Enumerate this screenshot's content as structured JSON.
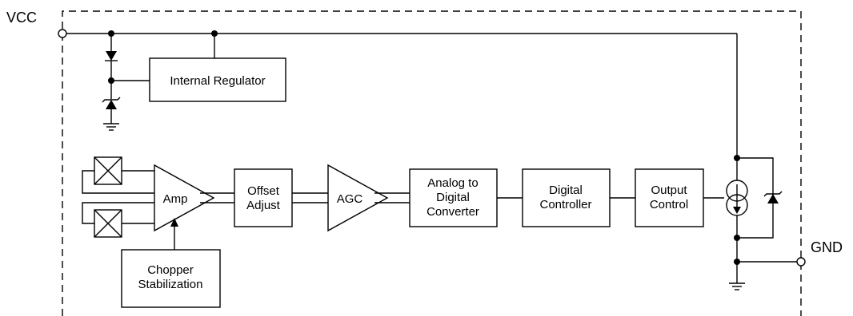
{
  "pins": {
    "vcc": "VCC",
    "gnd": "GND"
  },
  "blocks": {
    "internal_regulator": [
      "Internal Regulator"
    ],
    "amp": [
      "Amp"
    ],
    "chopper": [
      "Chopper",
      "Stabilization"
    ],
    "offset_adjust": [
      "Offset",
      "Adjust"
    ],
    "agc": [
      "AGC"
    ],
    "adc": [
      "Analog to",
      "Digital",
      "Converter"
    ],
    "digital_controller": [
      "Digital",
      "Controller"
    ],
    "output_control": [
      "Output",
      "Control"
    ]
  }
}
